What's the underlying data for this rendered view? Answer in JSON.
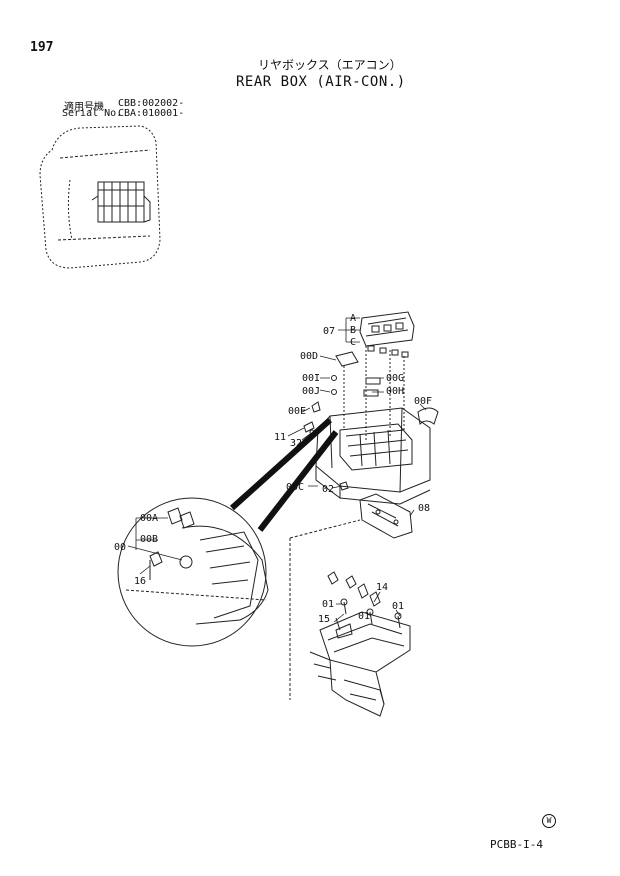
{
  "page_number": "197",
  "title_jp": "リヤボックス（エアコン）",
  "title_en": "REAR BOX (AIR-CON.)",
  "serial": {
    "jp_label": "適用号機",
    "jp_value": "CBB:002002-",
    "en_label": "Serial No.",
    "en_value": "CBA:010001-"
  },
  "callouts": {
    "c07": "07",
    "cA": "A",
    "cB": "B",
    "cC": "C",
    "c00D": "00D",
    "c00I": "00I",
    "c00J": "00J",
    "c00G": "00G",
    "c00H": "00H",
    "c00E": "00E",
    "c00F": "00F",
    "c11": "11",
    "c32": "32",
    "c00C": "00C",
    "c02": "02",
    "c08": "08",
    "c00A": "00A",
    "c00B": "00B",
    "c00": "00",
    "c16": "16",
    "c14": "14",
    "c01a": "01",
    "c01b": "01",
    "c01c": "01",
    "c15": "15"
  },
  "footer_code": "PCBB-I-4",
  "mark": "W"
}
